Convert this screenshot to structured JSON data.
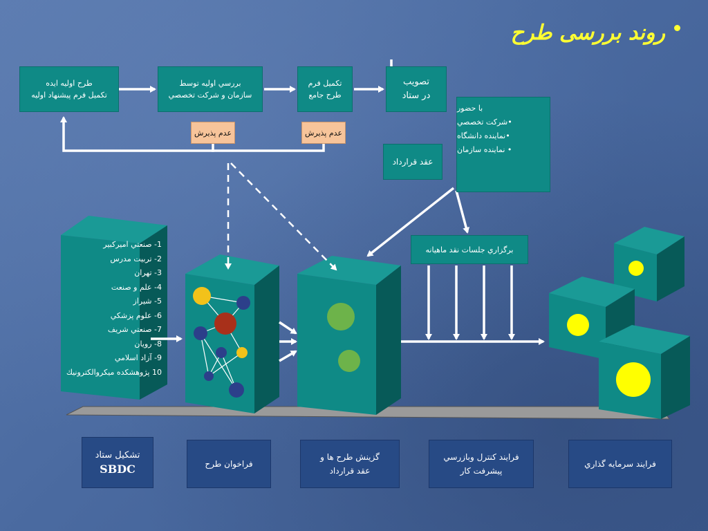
{
  "title": "روند بررسی طرح",
  "flow": {
    "step1": [
      "طرح اوليه ايده",
      "تكميل فرم پيشنهاد اوليه"
    ],
    "step2": [
      "بررسي اوليه توسط",
      "سازمان و شركت تخصصي"
    ],
    "step3": [
      "تكميل فرم",
      "طرح جامع"
    ],
    "step4": [
      "تصويب",
      "در ستاد"
    ],
    "reject1": "عدم پذيرش",
    "reject2": "عدم پذيرش",
    "contract": "عقد قرارداد",
    "attendance": [
      "با حضور",
      "•شركت تخصصي",
      "•نماينده دانشگاه",
      "• نماينده سازمان"
    ],
    "monthly": "برگزاري جلسات نقد ماهيانه"
  },
  "institutions": [
    "1- صنعتي اميركبير",
    "2- تربيت مدرس",
    "3- تهران",
    "4- علم و صنعت",
    "5- شيراز",
    "6- علوم پزشكي",
    "7- صنعتي شريف",
    "8- رويان",
    "9- آزاد اسلامي",
    "10 پژوهشكده ميكروالكترونيك"
  ],
  "stages": {
    "s1": [
      "تشكيل ستاد",
      "SBDC"
    ],
    "s2": "فراخوان طرح",
    "s3": [
      "گزينش طرح ها و",
      "عقد قرارداد"
    ],
    "s4": [
      "فرايند كنترل وبازرسي",
      "پيشرفت كار"
    ],
    "s5": "فرايند سرمايه گذاري"
  },
  "colors": {
    "teal": "#0f8a86",
    "title": "#ffff33",
    "reject": "#f7c49a",
    "stageBox": "#274a85"
  }
}
